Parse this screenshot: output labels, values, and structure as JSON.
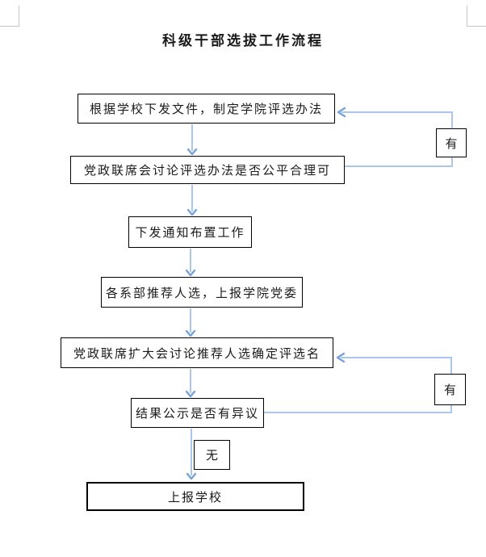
{
  "title": "科级干部选拔工作流程",
  "colors": {
    "text": "#1a1a1a",
    "box_border": "#000000",
    "connector": "#aac6ea",
    "arrowhead": "#74a2dc",
    "crop_mark": "#c6c6c6",
    "page_bg": "#ffffff"
  },
  "flowchart": {
    "type": "flowchart",
    "nodes": [
      {
        "id": "step1",
        "label": "根据学校下发文件，制定学院评选办法"
      },
      {
        "id": "step2",
        "label": "党政联席会讨论评选办法是否公平合理可"
      },
      {
        "id": "step3",
        "label": "下发通知布置工作"
      },
      {
        "id": "step4",
        "label": "各系部推荐人选，上报学院党委"
      },
      {
        "id": "step5",
        "label": "党政联席扩大会讨论推荐人选确定评选名"
      },
      {
        "id": "step6",
        "label": "结果公示是否有异议"
      },
      {
        "id": "step7",
        "label": "上报学校"
      }
    ],
    "branches": [
      {
        "id": "yes-1",
        "label": "有",
        "from": "step2",
        "to": "step1"
      },
      {
        "id": "yes-2",
        "label": "有",
        "from": "step6",
        "to": "step5"
      },
      {
        "id": "no-1",
        "label": "无",
        "from": "step6",
        "to": "step7"
      }
    ],
    "edges": [
      {
        "from": "step1",
        "to": "step2"
      },
      {
        "from": "step2",
        "to": "step3"
      },
      {
        "from": "step3",
        "to": "step4"
      },
      {
        "from": "step4",
        "to": "step5"
      },
      {
        "from": "step5",
        "to": "step6"
      },
      {
        "from": "step6",
        "to": "step7"
      }
    ]
  }
}
